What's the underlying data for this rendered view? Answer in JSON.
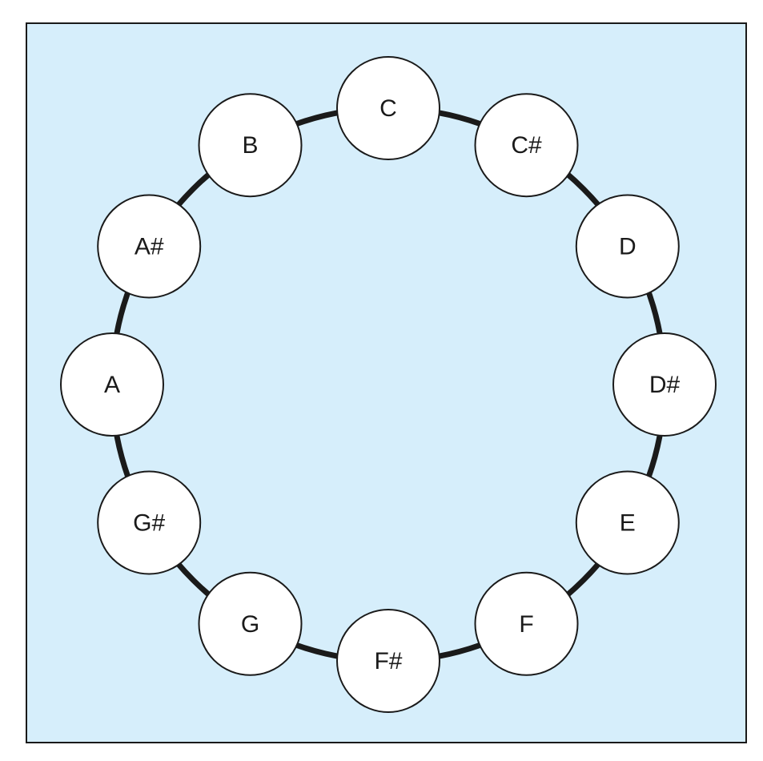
{
  "diagram": {
    "notes": [
      "C",
      "C#",
      "D",
      "D#",
      "E",
      "F",
      "F#",
      "G",
      "G#",
      "A",
      "A#",
      "B"
    ]
  },
  "colors": {
    "background": "#d6eefb",
    "frame": "#1a1a1a",
    "ring": "#1a1a1a",
    "node_fill": "#ffffff",
    "node_stroke": "#1a1a1a",
    "text": "#1a1a1a"
  }
}
